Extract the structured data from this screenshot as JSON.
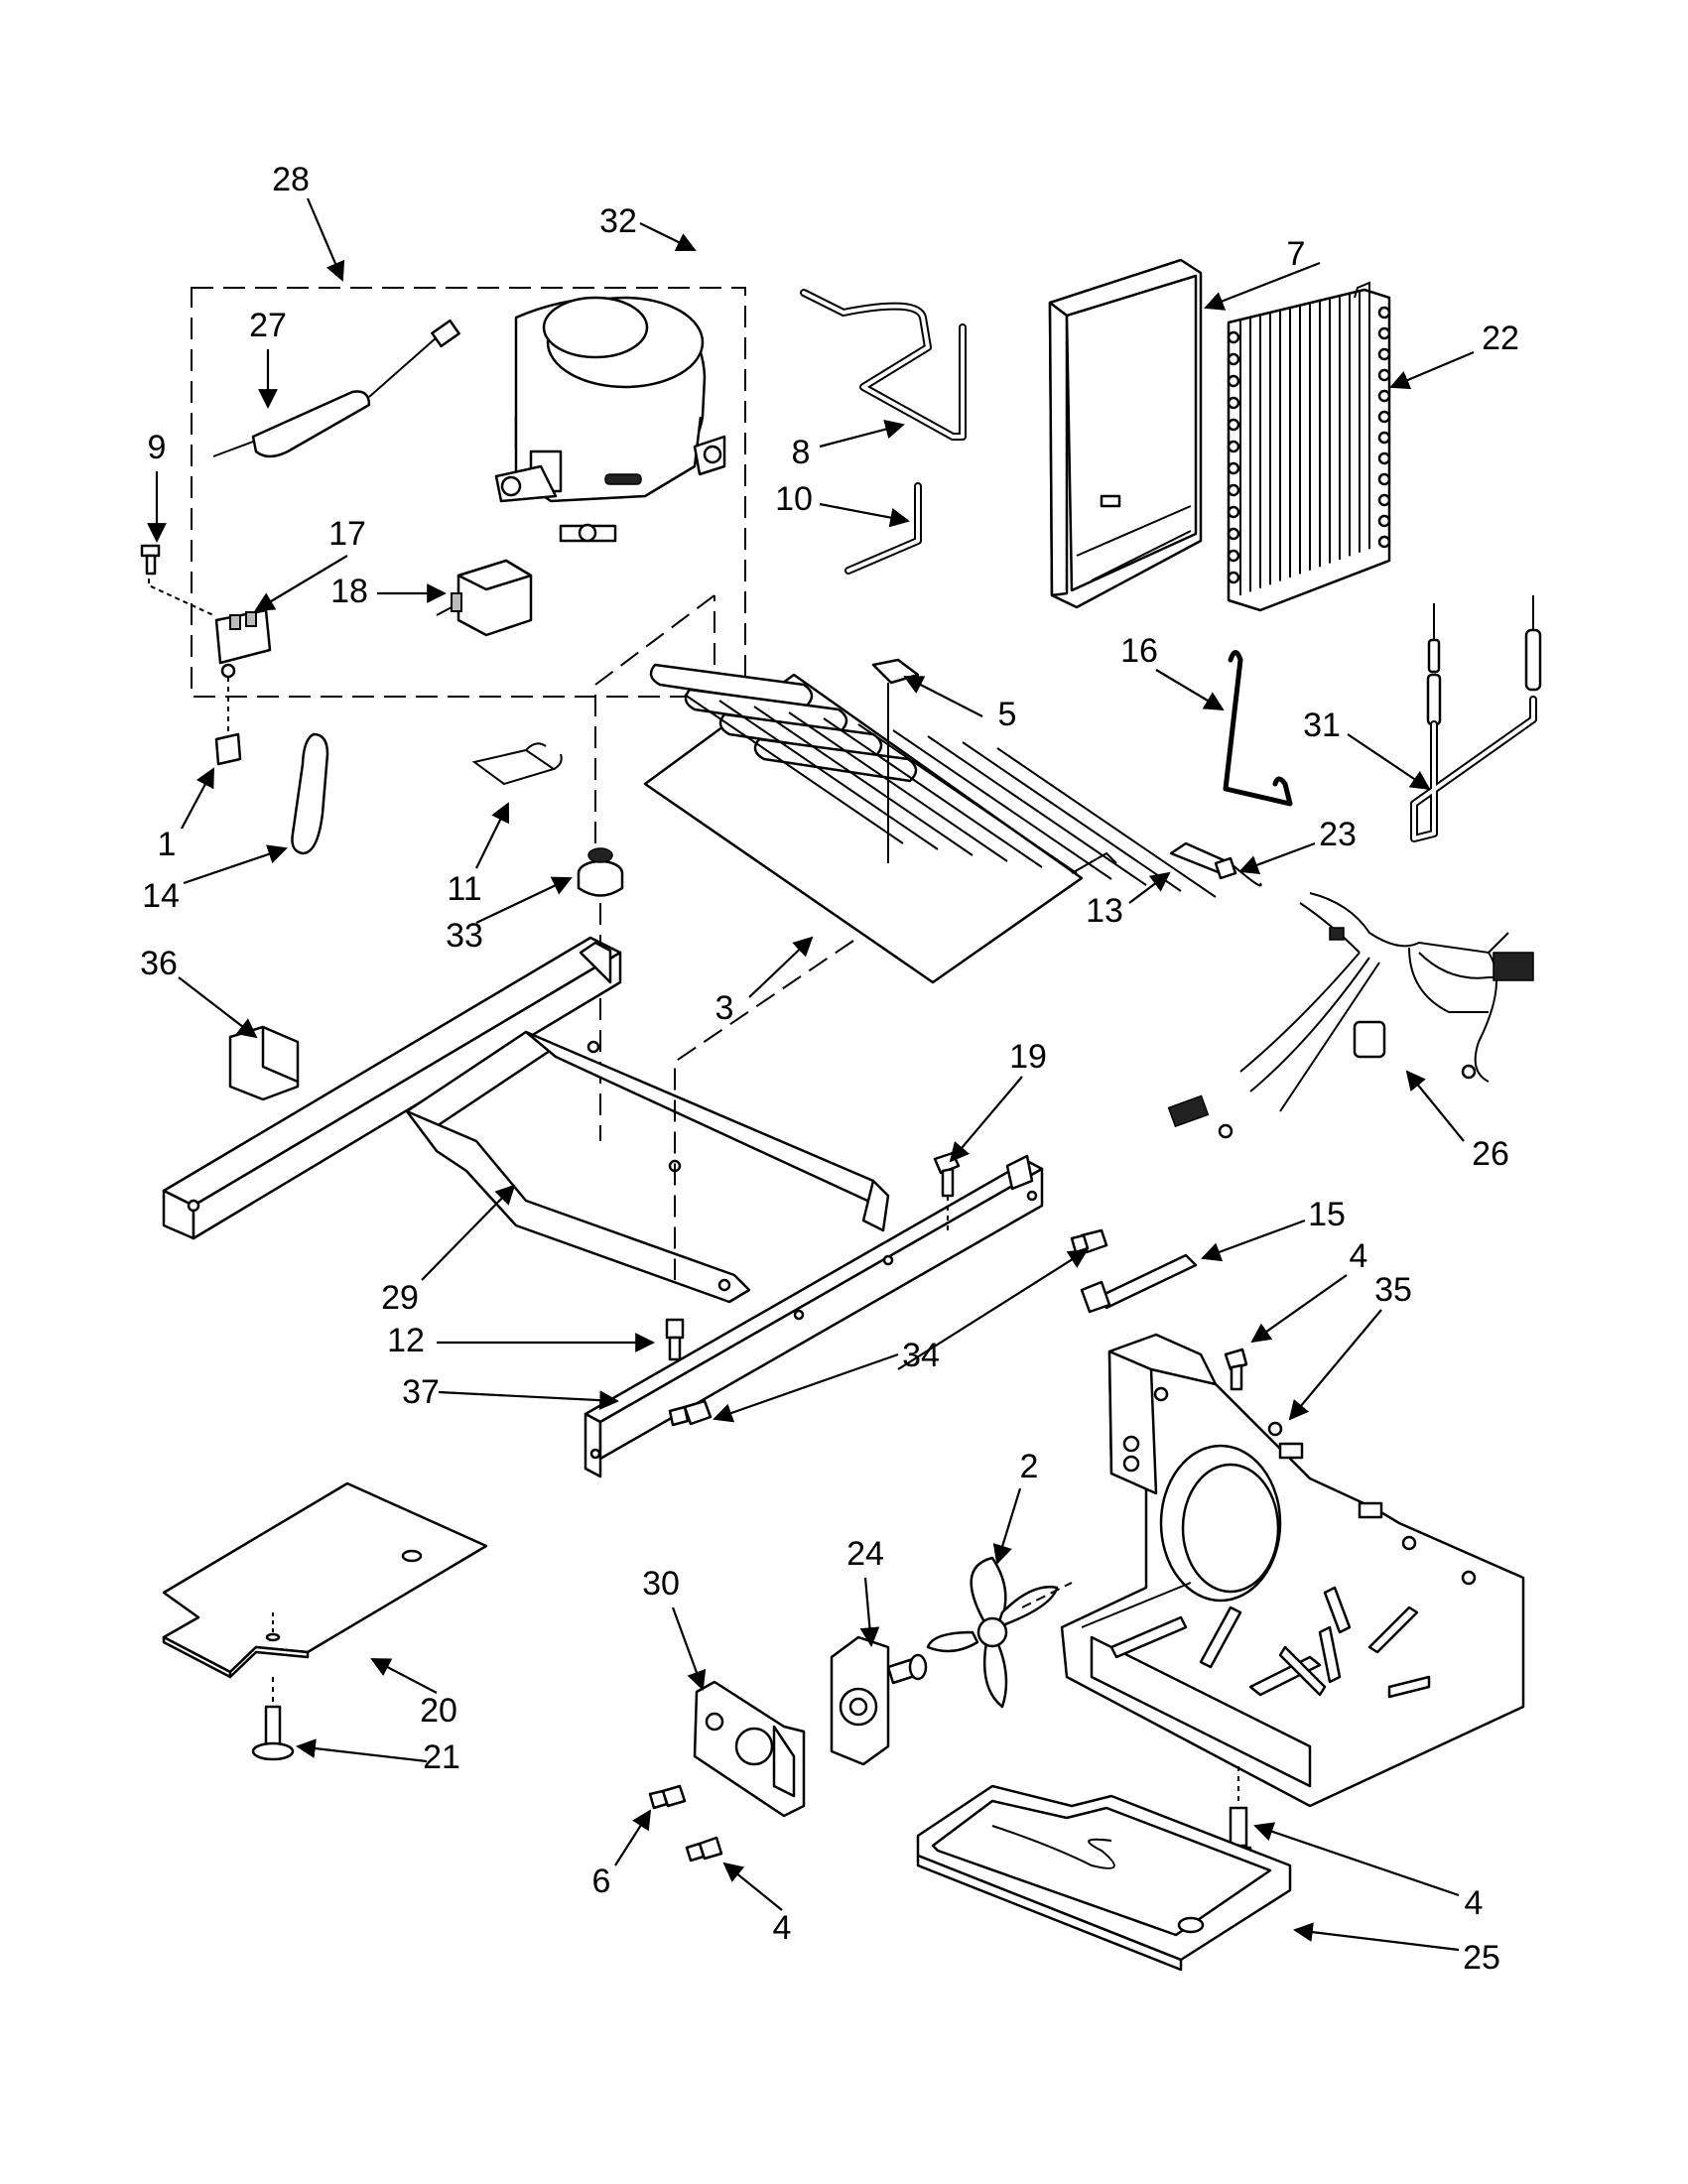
{
  "callouts": [
    "28",
    "32",
    "27",
    "9",
    "17",
    "18",
    "1",
    "14",
    "11",
    "33",
    "7",
    "22",
    "8",
    "10",
    "5",
    "16",
    "31",
    "3",
    "13",
    "23",
    "26",
    "36",
    "29",
    "19",
    "12",
    "37",
    "34",
    "15",
    "4",
    "35",
    "2",
    "24",
    "30",
    "20",
    "21",
    "6",
    "25"
  ]
}
